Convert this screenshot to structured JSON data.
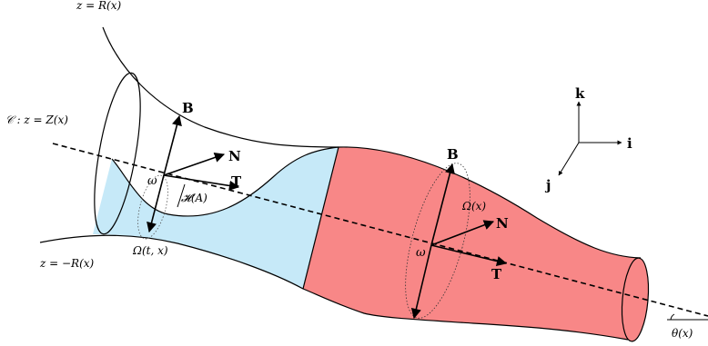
{
  "colors": {
    "blue_fill": "#c6e9f8",
    "red_fill": "#f88787",
    "stroke": "#000000"
  },
  "labels": {
    "top_curve": "z = R(x)",
    "bottom_curve": "z = −R(x)",
    "axis_curve": "𝒞 : z = Z(x)",
    "theta": "θ(x)",
    "omega_left": "ω",
    "omega_right": "ω",
    "hA": "𝓗(A)",
    "omega_tx": "Ω(t, x)",
    "omega_x": "Ω(x)",
    "B_left": "B",
    "N_left": "N",
    "T_left": "T",
    "B_right": "B",
    "N_right": "N",
    "T_right": "T",
    "axis_k": "k",
    "axis_i": "i",
    "axis_j": "j"
  }
}
